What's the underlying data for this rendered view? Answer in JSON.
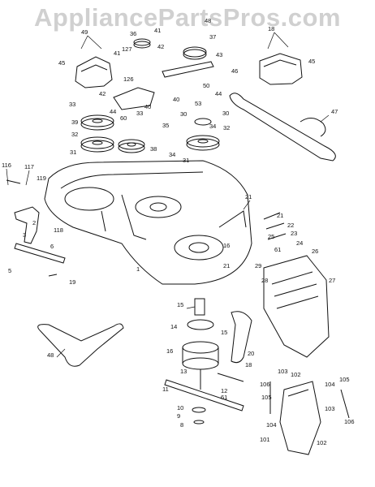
{
  "watermark": "AppliancePartsPros.com",
  "colors": {
    "line": "#111111",
    "watermark": "#d0d0d0",
    "background": "#ffffff"
  },
  "callouts": {
    "c1": "1",
    "c2": "2",
    "c3": "3",
    "c5": "5",
    "c6": "6",
    "c8": "8",
    "c9": "9",
    "c10": "10",
    "c11": "11",
    "c12": "12",
    "c13": "13",
    "c14": "14",
    "c15": "15",
    "c16": "16",
    "c18": "18",
    "c19": "19",
    "c20": "20",
    "c21": "21",
    "c22": "22",
    "c23": "23",
    "c24": "24",
    "c25": "25",
    "c26": "26",
    "c27": "27",
    "c28": "28",
    "c29": "29",
    "c30": "30",
    "c31": "31",
    "c32": "32",
    "c33": "33",
    "c34": "34",
    "c35": "35",
    "c36": "36",
    "c37": "37",
    "c38": "38",
    "c39": "39",
    "c40": "40",
    "c41": "41",
    "c42": "42",
    "c43": "43",
    "c44": "44",
    "c45": "45",
    "c46": "46",
    "c47": "47",
    "c48": "48",
    "c49": "49",
    "c50": "50",
    "c53": "53",
    "c60": "60",
    "c61": "61",
    "c101": "101",
    "c102": "102",
    "c103": "103",
    "c104": "104",
    "c105": "105",
    "c106": "106",
    "c116": "116",
    "c117": "117",
    "c118": "118",
    "c119": "119",
    "c126": "126",
    "c127": "127"
  }
}
